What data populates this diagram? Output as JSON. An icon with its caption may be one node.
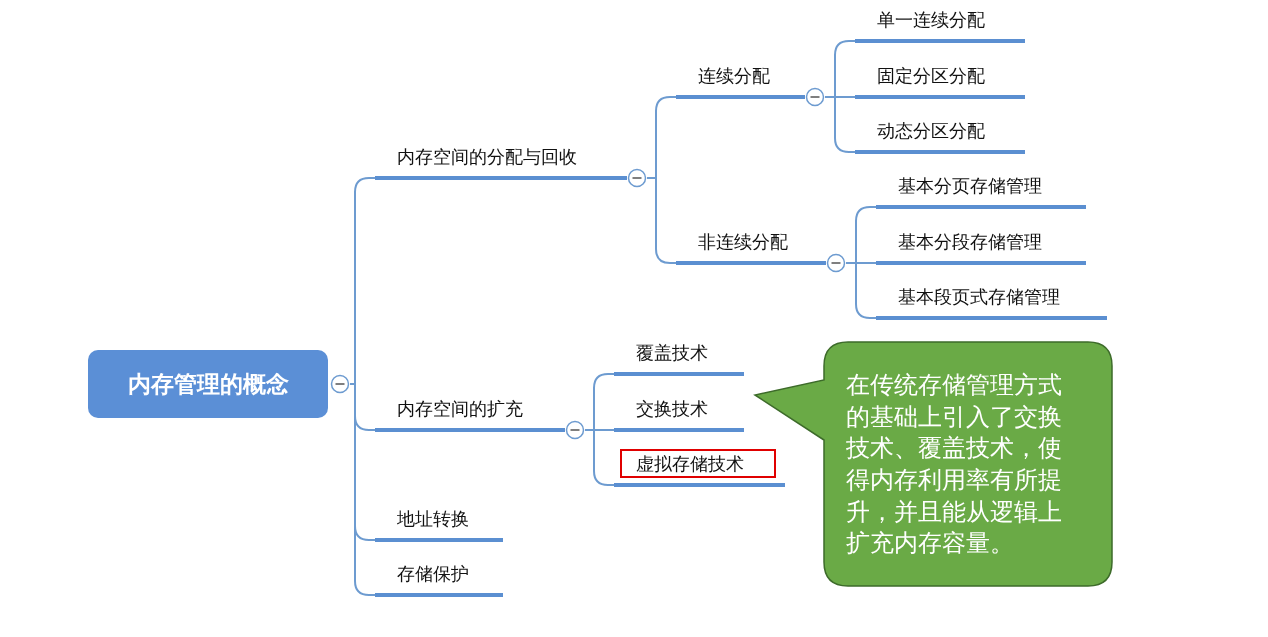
{
  "diagram": {
    "nodes": [
      {
        "text": [
          "内存管理的概念"
        ]
      },
      {
        "text": [
          "内存空间的分配与回收"
        ]
      },
      {
        "text": [
          "连续分配"
        ]
      },
      {
        "text": [
          "单一连续分配"
        ]
      },
      {
        "text": [
          "固定分区分配"
        ]
      },
      {
        "text": [
          "动态分区分配"
        ]
      },
      {
        "text": [
          "非连续分配"
        ]
      },
      {
        "text": [
          "基本分页存储管理"
        ]
      },
      {
        "text": [
          "基本分段存储管理"
        ]
      },
      {
        "text": [
          "基本段页式存储管理"
        ]
      },
      {
        "text": [
          "内存空间的扩充"
        ]
      },
      {
        "text": [
          "覆盖技术"
        ]
      },
      {
        "text": [
          "交换技术"
        ]
      },
      {
        "text": [
          "虚拟存储技术"
        ]
      },
      {
        "text": [
          "地址转换"
        ]
      },
      {
        "text": [
          "存储保护"
        ]
      },
      {
        "text": [
          "在传统存储管理方式的基础上引入了交换技术、覆盖技术，使得内存利用率有所提升，并且能从逻辑上扩充内存容量。"
        ]
      }
    ],
    "edges": [
      {
        "from": 0,
        "to": 1,
        "arrow": "none"
      },
      {
        "from": 1,
        "to": 2,
        "arrow": "none"
      },
      {
        "from": 2,
        "to": 3,
        "arrow": "none"
      },
      {
        "from": 2,
        "to": 4,
        "arrow": "none"
      },
      {
        "from": 2,
        "to": 5,
        "arrow": "none"
      },
      {
        "from": 1,
        "to": 6,
        "arrow": "none"
      },
      {
        "from": 6,
        "to": 7,
        "arrow": "none"
      },
      {
        "from": 6,
        "to": 8,
        "arrow": "none"
      },
      {
        "from": 6,
        "to": 9,
        "arrow": "none"
      },
      {
        "from": 0,
        "to": 10,
        "arrow": "none"
      },
      {
        "from": 10,
        "to": 11,
        "arrow": "none"
      },
      {
        "from": 10,
        "to": 12,
        "arrow": "none"
      },
      {
        "from": 10,
        "to": 13,
        "arrow": "none"
      },
      {
        "from": 0,
        "to": 14,
        "arrow": "none"
      },
      {
        "from": 0,
        "to": 15,
        "arrow": "none"
      }
    ]
  }
}
